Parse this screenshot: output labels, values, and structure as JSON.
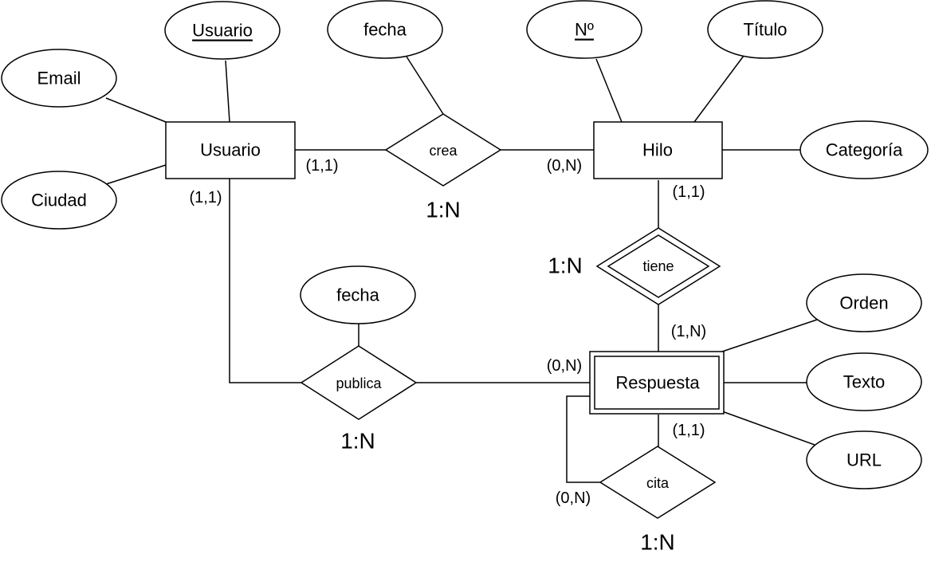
{
  "entities": {
    "usuario": "Usuario",
    "hilo": "Hilo",
    "respuesta": "Respuesta"
  },
  "attributes": {
    "usuario_key": "Usuario",
    "email": "Email",
    "ciudad": "Ciudad",
    "crea_fecha": "fecha",
    "hilo_num": "Nº",
    "titulo": "Título",
    "categoria": "Categoría",
    "publica_fecha": "fecha",
    "orden": "Orden",
    "texto": "Texto",
    "url": "URL"
  },
  "relationships": {
    "crea": "crea",
    "tiene": "tiene",
    "publica": "publica",
    "cita": "cita"
  },
  "cardinalities": {
    "usuario_crea": "(1,1)",
    "hilo_crea": "(0,N)",
    "usuario_publica": "(1,1)",
    "hilo_tiene": "(1,1)",
    "respuesta_tiene": "(1,N)",
    "respuesta_publica": "(0,N)",
    "respuesta_cita_bottom": "(1,1)",
    "respuesta_cita_loop": "(0,N)"
  },
  "ratios": {
    "crea": "1:N",
    "tiene": "1:N",
    "publica": "1:N",
    "cita": "1:N"
  }
}
